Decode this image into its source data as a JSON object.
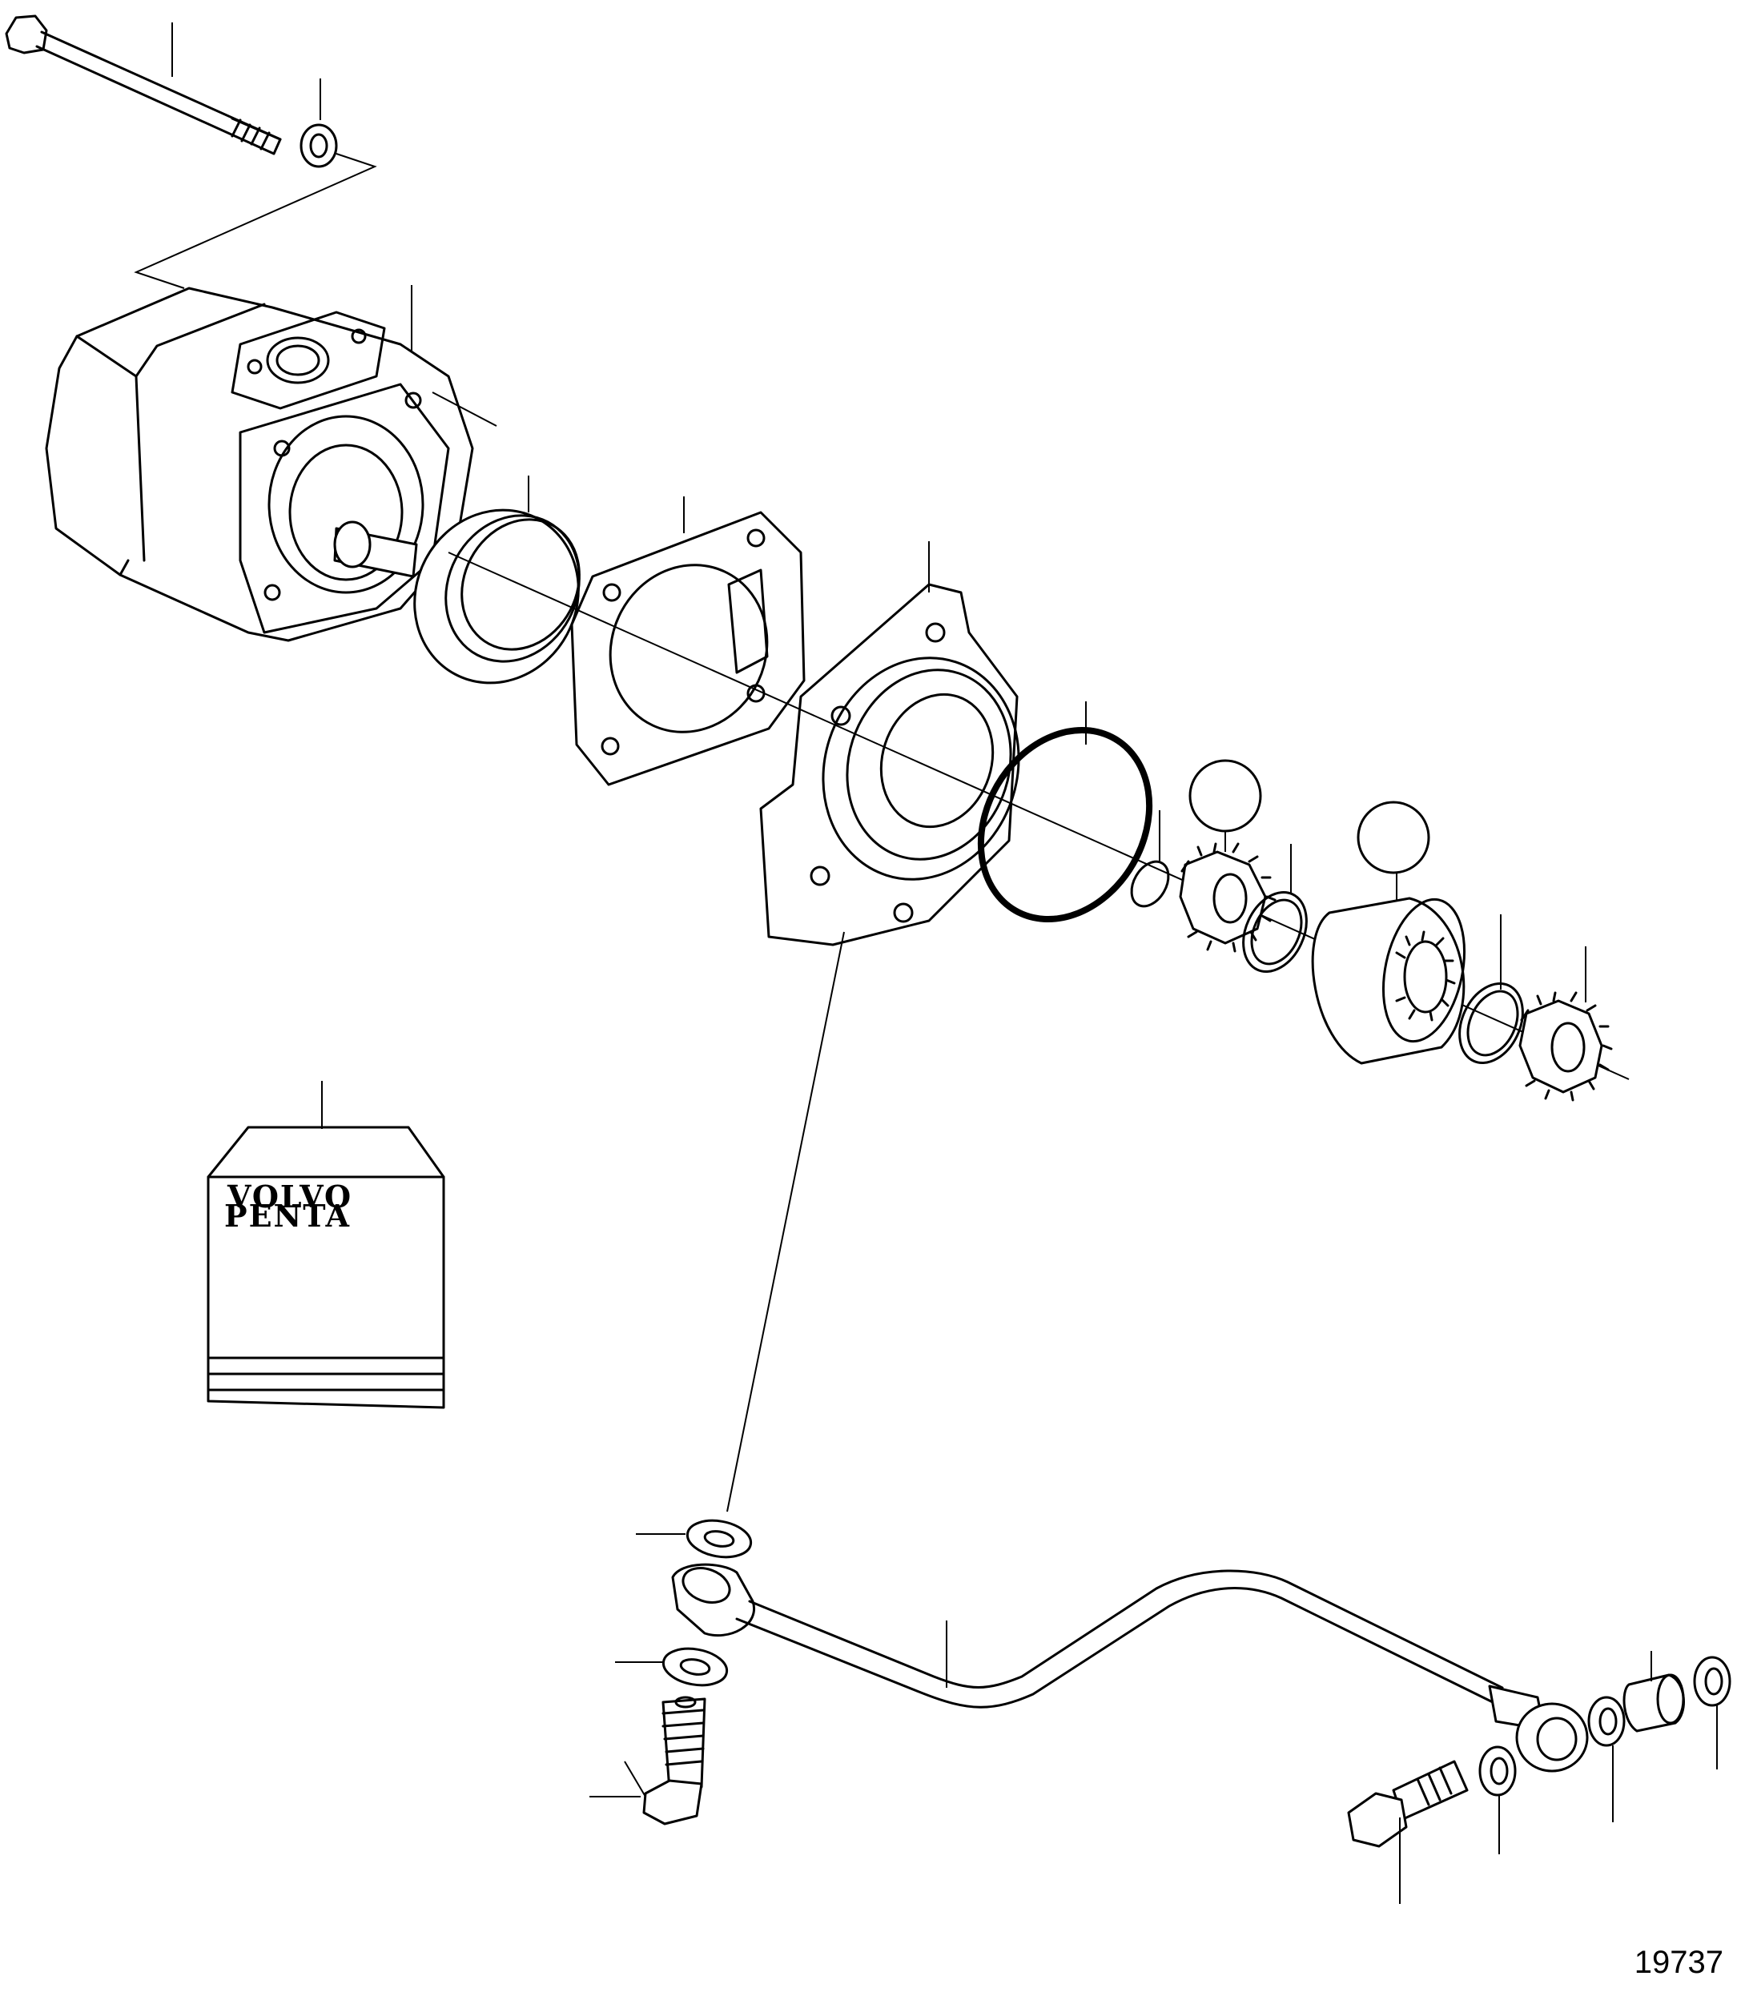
{
  "reference_number": "19737",
  "kit_logo": {
    "line1": "VOLVO",
    "line2": "PENTA"
  }
}
